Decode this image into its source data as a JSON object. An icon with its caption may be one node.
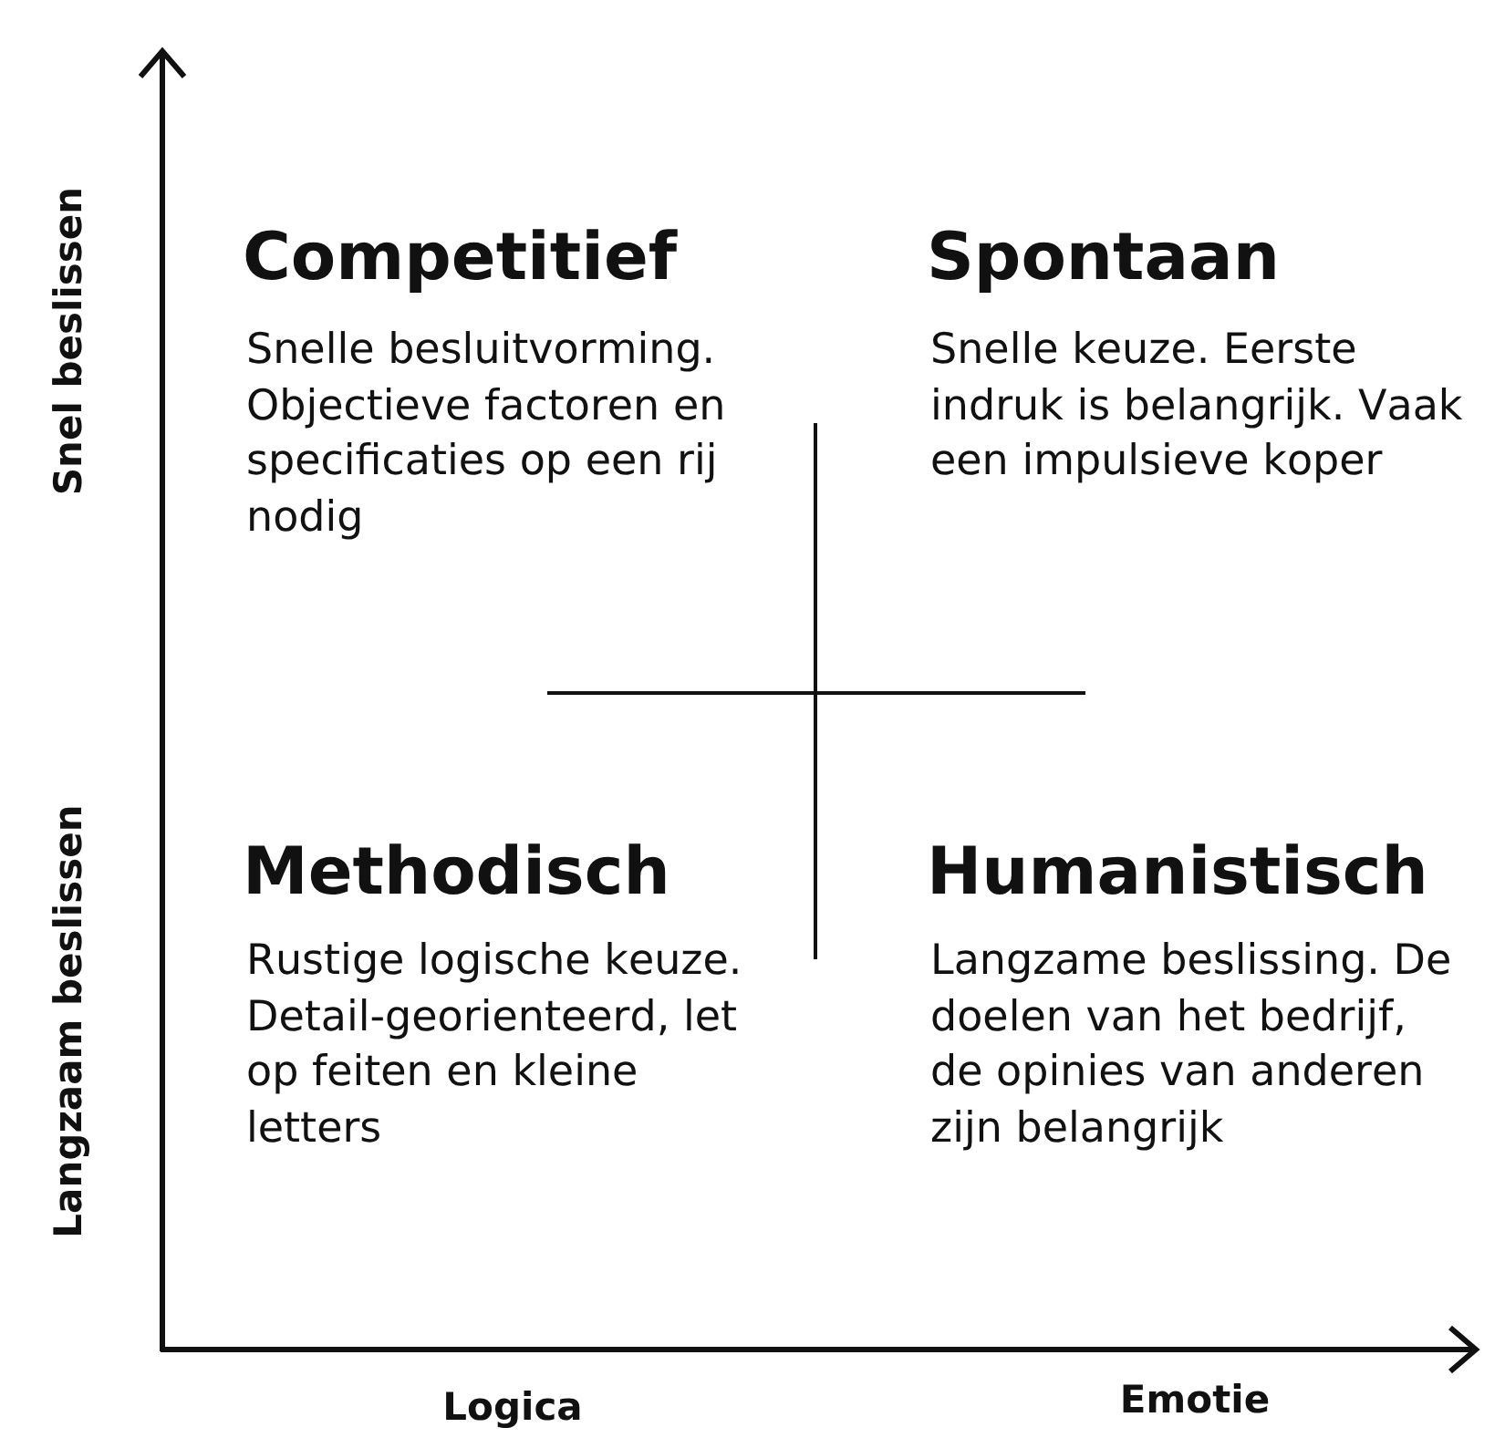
{
  "diagram": {
    "labels": [
      "Snel beslissen",
      "Competitief",
      "Snelle besluitvorming. Objectieve factoren en specificaties op een rij nodig",
      "Spontaan",
      "Snelle keuze. Eerste indruk is belangrijk. Vaak een impulsieve koper",
      "Langzaam beslissen",
      "Methodisch",
      "Rustige logische keuze. Detail-georienteerd, let op feiten en kleine letters",
      "Humanistisch",
      "Langzame beslissing. De doelen van het bedrijf, de opinies van anderen zijn belangrijk",
      "Logica",
      "Emotie"
    ]
  }
}
